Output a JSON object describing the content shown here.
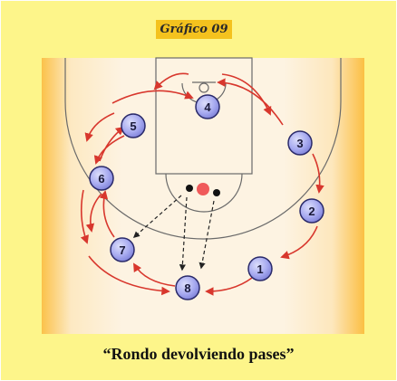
{
  "title": "Gráfico 09",
  "caption": "“Rondo devolviendo pases”",
  "players": [
    {
      "id": "player-1",
      "label": "1"
    },
    {
      "id": "player-2",
      "label": "2"
    },
    {
      "id": "player-3",
      "label": "3"
    },
    {
      "id": "player-4",
      "label": "4"
    },
    {
      "id": "player-5",
      "label": "5"
    },
    {
      "id": "player-6",
      "label": "6"
    },
    {
      "id": "player-7",
      "label": "7"
    },
    {
      "id": "player-8",
      "label": "8"
    }
  ],
  "colors": {
    "background": "#fdf58a",
    "title_box": "#f4c21e",
    "court_floor": "#fdf1dc",
    "court_edge": "#fbc24a",
    "player_fill": "#9ea2ee",
    "arrow": "#d8372d"
  }
}
